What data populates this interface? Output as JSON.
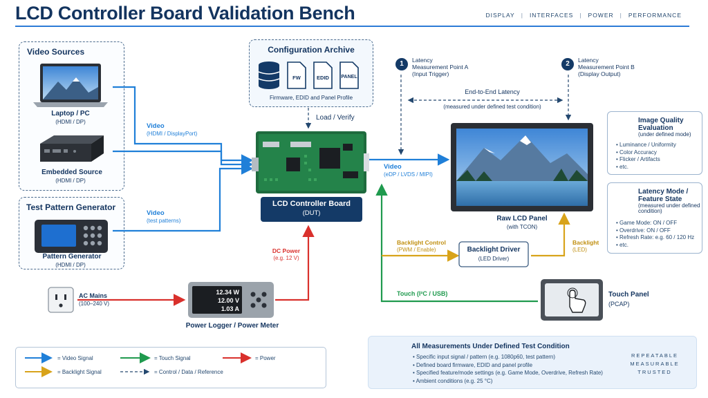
{
  "title": "LCD Controller Board Validation Bench",
  "nav": [
    "DISPLAY",
    "INTERFACES",
    "POWER",
    "PERFORMANCE"
  ],
  "video_sources": {
    "title": "Video Sources",
    "laptop": {
      "name": "Laptop / PC",
      "sub": "(HDMI / DP)"
    },
    "embedded": {
      "name": "Embedded Source",
      "sub": "(HDMI / DP)"
    }
  },
  "tpg": {
    "title": "Test Pattern Generator",
    "name": "Pattern Generator",
    "sub": "(HDMI / DP)"
  },
  "config": {
    "title": "Configuration Archive",
    "files": [
      "FW",
      "EDID",
      "PANEL"
    ],
    "caption": "Firmware, EDID and Panel Profile"
  },
  "links": {
    "load_verify": "Load / Verify",
    "video_in_1": "Video",
    "video_in_1_sub": "(HDMI / DisplayPort)",
    "video_in_2": "Video",
    "video_in_2_sub": "(test patterns)",
    "video_out": "Video",
    "video_out_sub": "(eDP / LVDS / MIPI)",
    "dc_power": "DC Power",
    "dc_power_sub": "(e.g. 12 V)",
    "backlight_control": "Backlight Control",
    "backlight_control_sub": "(PWM / Enable)",
    "backlight": "Backlight",
    "backlight_sub": "(LED)",
    "touch": "Touch (I²C / USB)"
  },
  "dut": {
    "name": "LCD Controller Board",
    "sub": "(DUT)"
  },
  "latency": {
    "a_num": "1",
    "a_title": "Latency",
    "a_title2": "Measurement Point A",
    "a_sub": "(Input Trigger)",
    "b_num": "2",
    "b_title": "Latency",
    "b_title2": "Measurement Point B",
    "b_sub": "(Display Output)",
    "e2e": "End-to-End Latency",
    "e2e_sub": "(measured under defined test condition)"
  },
  "panel": {
    "name": "Raw LCD Panel",
    "sub": "(with TCON)"
  },
  "backlight_driver": {
    "name": "Backlight Driver",
    "sub": "(LED Driver)"
  },
  "touch_panel": {
    "name": "Touch Panel",
    "sub": "(PCAP)"
  },
  "ac": {
    "name": "AC Mains",
    "sub": "(100–240 V)"
  },
  "power_meter": {
    "name": "Power Logger / Power Meter",
    "readings": [
      "12.34 W",
      "12.00 V",
      "1.03 A"
    ]
  },
  "image_quality": {
    "title": "Image Quality",
    "title2": "Evaluation",
    "sub": "(under defined mode)",
    "items": [
      "Luminance / Uniformity",
      "Color Accuracy",
      "Flicker / Artifacts",
      "etc."
    ]
  },
  "latency_mode": {
    "title": "Latency Mode /",
    "title2": "Feature State",
    "sub": "(measured under defined",
    "sub2": "condition)",
    "items": [
      "Game Mode: ON / OFF",
      "Overdrive: ON / OFF",
      "Refresh Rate: e.g. 60 / 120 Hz",
      "etc."
    ]
  },
  "legend": {
    "video": "= Video Signal",
    "touch": "= Touch Signal",
    "power": "= Power",
    "backlight": "= Backlight Signal",
    "control": "= Control / Data / Reference"
  },
  "measurements": {
    "title": "All Measurements Under Defined Test Condition",
    "items": [
      "Specific input signal / pattern (e.g. 1080p60,  test pattern)",
      "Defined board firmware, EDID and panel profile",
      "Specified feature/mode settings (e.g. Game Mode, Overdrive, Refresh Rate)",
      "Ambient conditions (e.g. 25 °C)"
    ],
    "tags": [
      "REPEATABLE",
      "MEASURABLE",
      "TRUSTED"
    ]
  },
  "colors": {
    "video": "#1f7fd8",
    "touch": "#1f9a4e",
    "power": "#d9302c",
    "backlight": "#d8a31a",
    "control": "#24486f",
    "navy": "#143a67"
  }
}
